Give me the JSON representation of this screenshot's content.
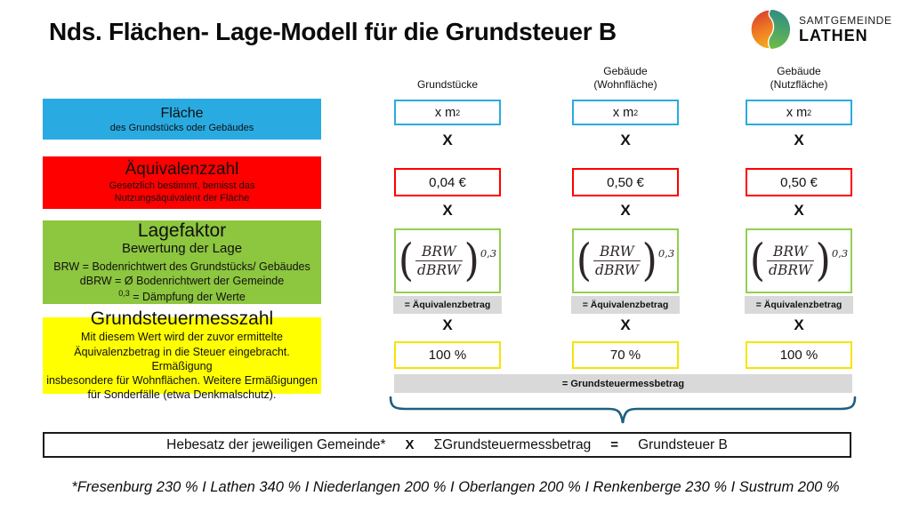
{
  "title": "Nds. Flächen- Lage-Modell für die Grundsteuer B",
  "logo": {
    "line1": "SAMTGEMEINDE",
    "line2": "LATHEN",
    "icon": "lathen-logo-icon"
  },
  "legend": {
    "flaeche": {
      "title": "Fläche",
      "sub": "des Grundstücks oder Gebäudes"
    },
    "aequivalenzzahl": {
      "title": "Äquivalenzzahl",
      "sub1": "Gesetzlich bestimmt, bemisst das",
      "sub2": "Nutzungsäquivalent der Fläche"
    },
    "lagefaktor": {
      "title": "Lagefaktor",
      "sub": "Bewertung der Lage",
      "line1": "BRW = Bodenrichtwert des Grundstücks/ Gebäudes",
      "line2": "dBRW = Ø Bodenrichtwert der Gemeinde",
      "damp_sup": "0,3",
      "damp_text": " = Dämpfung der Werte"
    },
    "grundsteuermesszahl": {
      "title": "Grundsteuermesszahl",
      "l1": "Mit diesem Wert wird der zuvor ermittelte",
      "l2": "Äquivalenzbetrag in die Steuer eingebracht. Ermäßigung",
      "l3": "insbesondere für Wohnflächen. Weitere Ermäßigungen",
      "l4": "für Sonderfälle (etwa Denkmalschutz)."
    }
  },
  "columns": [
    {
      "header1": "Grundstücke",
      "header2": "",
      "area_base": "x m",
      "area_sup": "2",
      "rate": "0,04 €",
      "messzahl": "100 %"
    },
    {
      "header1": "Gebäude",
      "header2": "(Wohnfläche)",
      "area_base": "x m",
      "area_sup": "2",
      "rate": "0,50 €",
      "messzahl": "70 %"
    },
    {
      "header1": "Gebäude",
      "header2": "(Nutzfläche)",
      "area_base": "x m",
      "area_sup": "2",
      "rate": "0,50 €",
      "messzahl": "100 %"
    }
  ],
  "formula": {
    "num": "BRW",
    "den": "dBRW",
    "exp": "0,3"
  },
  "labels": {
    "multiply": "X",
    "equiv": "= Äquivalenzbetrag",
    "messbetrag": "= Grundsteuermessbetrag"
  },
  "final": {
    "p1": "Hebesatz der jeweiligen Gemeinde*",
    "op1": "X",
    "p2": "ΣGrundsteuermessbetrag",
    "op2": "=",
    "p3": "Grundsteuer B"
  },
  "footnote": "*Fresenburg 230 % I Lathen 340 % I Niederlangen 200 % I Oberlangen 200 % I Renkenberge 230 % I Sustrum 200 %",
  "colors": {
    "blue": "#29ABE2",
    "red": "#FE0000",
    "green_fill": "#8DC63F",
    "green_border": "#92D050",
    "yellow": "#FFFF00",
    "gray": "#D9D9D9",
    "brace": "#1D5F7E",
    "logo_warm": "#E2572F",
    "logo_cool": "#4FA567"
  }
}
